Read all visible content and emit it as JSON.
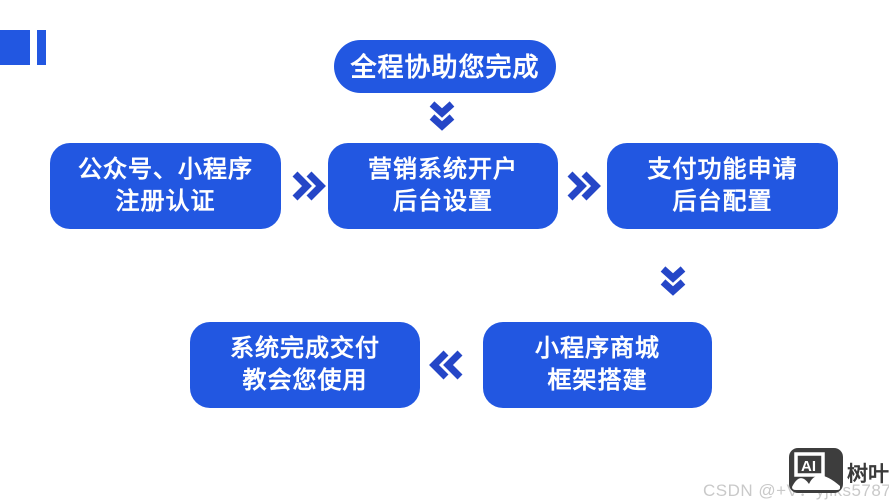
{
  "colors": {
    "box_blue": "#2257e1",
    "chevron_blue": "#2546c7",
    "logo_blue": "#2257e1",
    "watermark_gray": "#c9c9c9",
    "brand_dark": "#3b3b3b",
    "background": "#ffffff",
    "box_text": "#ffffff"
  },
  "header": {
    "title": "全程协助您完成"
  },
  "flow": {
    "steps": [
      {
        "line1": "公众号、小程序",
        "line2": "注册认证"
      },
      {
        "line1": "营销系统开户",
        "line2": "后台设置"
      },
      {
        "line1": "支付功能申请",
        "line2": "后台配置"
      },
      {
        "line1": "小程序商城",
        "line2": "框架搭建"
      },
      {
        "line1": "系统完成交付",
        "line2": "教会您使用"
      }
    ],
    "connectors": [
      "chevron-double-down-icon",
      "chevron-double-right-icon",
      "chevron-double-right-icon",
      "chevron-double-down-icon",
      "chevron-double-left-icon"
    ]
  },
  "watermark": {
    "text": "CSDN @+V：yjiks5787",
    "brand": "树叶云",
    "logo_label": "AI"
  }
}
